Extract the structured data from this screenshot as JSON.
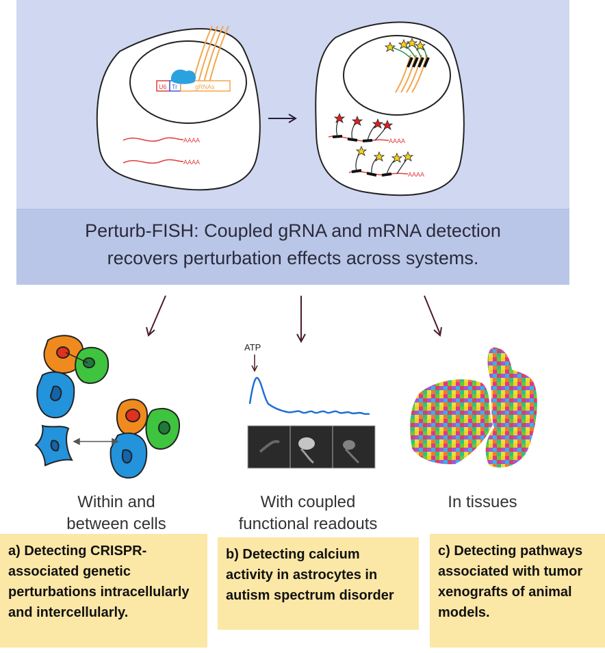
{
  "top": {
    "caption_line1": "Perturb-FISH: Coupled gRNA and mRNA detection",
    "caption_line2": "recovers perturbation effects across systems.",
    "construct_labels": [
      "U6",
      "Tr",
      "gRNAs"
    ],
    "polyA_label": "AAAA"
  },
  "middle": {
    "atp_label": "ATP"
  },
  "columns": [
    {
      "label_line1": "Within and",
      "label_line2": "between cells",
      "box_text": "a) Detecting CRISPR-associated genetic perturbations intracellularly and intercellularly."
    },
    {
      "label_line1": "With coupled",
      "label_line2": "functional readouts",
      "box_text": "b) Detecting calcium activity in astrocytes in autism spectrum disorder"
    },
    {
      "label_line1": "In tissues",
      "label_line2": "",
      "box_text": "c) Detecting pathways associated with tumor xenografts of animal models."
    }
  ],
  "colors": {
    "panel": "#cfd8f0",
    "band": "#b9c6e8",
    "box": "#fbe7a6",
    "mrna": "#e23b3b",
    "grna": "#f3a64a",
    "cas": "#2aa2e0",
    "cell_orange": "#f08a1e",
    "cell_green": "#3ec43e",
    "cell_blue": "#2393dc",
    "trace": "#1f6fd6"
  }
}
